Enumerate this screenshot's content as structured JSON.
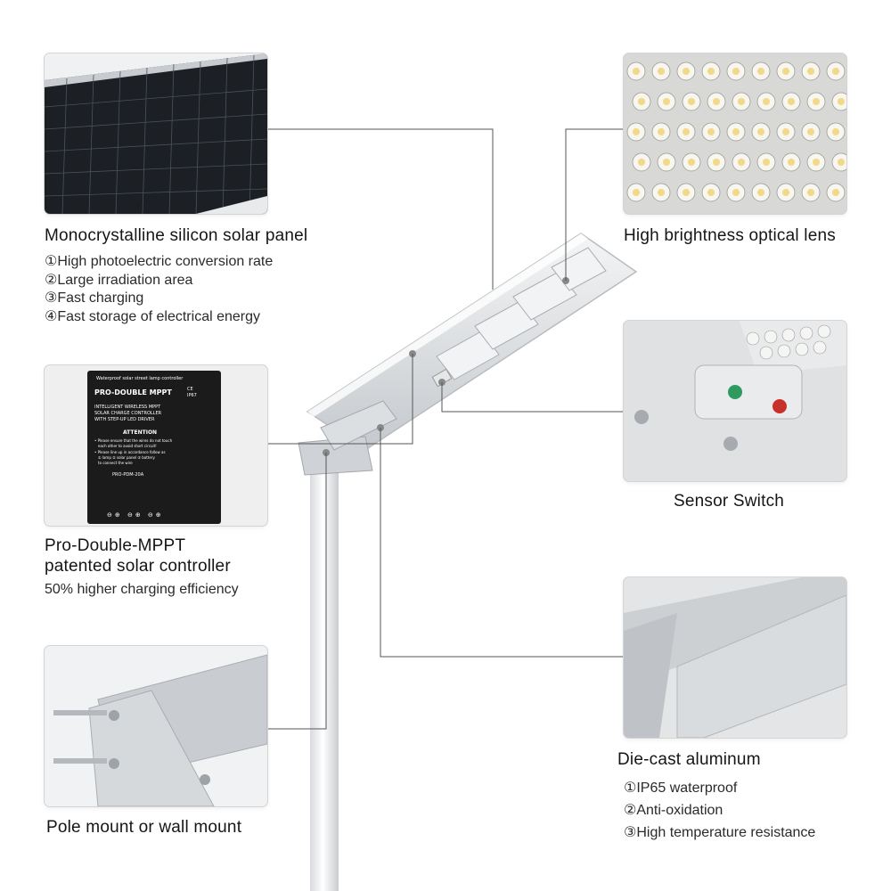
{
  "solar_panel": {
    "title": "Monocrystalline silicon solar panel",
    "features": [
      "①High photoelectric conversion rate",
      "②Large irradiation area",
      "③Fast charging",
      "④Fast storage of electrical energy"
    ]
  },
  "controller": {
    "title_line1": "Pro-Double-MPPT",
    "title_line2": "patented solar controller",
    "subtitle": "50% higher charging efficiency",
    "label": {
      "header": "Waterproof solar street lamp controller",
      "brand": "PRO-DOUBLE MPPT",
      "cert1": "CE",
      "cert2": "IP67",
      "desc1": "INTELLIGENT WIRELESS MPPT",
      "desc2": "SOLAR CHARGE CONTROLLER",
      "desc3": "WITH STEP-UP LED DRIVER",
      "attention": "ATTENTION",
      "note1": "• Please ensure that the wires do not touch",
      "note2": "each other to avoid short circuit!",
      "note3": "• Please line up in accordance follow as",
      "note4": "① lamp ② solar panel ③ battery",
      "note5": "to connect the wire",
      "model": "PRO-PDM-20A",
      "terminals": "⊖⊕ ⊖⊕ ⊖⊕"
    }
  },
  "mount": {
    "title": "Pole mount or wall mount"
  },
  "lens": {
    "title": "High brightness optical lens"
  },
  "sensor": {
    "title": "Sensor Switch"
  },
  "aluminum": {
    "title": "Die-cast aluminum",
    "features": [
      "①IP65 waterproof",
      "②Anti-oxidation",
      "③High temperature resistance"
    ]
  },
  "colors": {
    "leader_line": "#555555",
    "housing": "#d9dde1",
    "panel_cell": "#1c1f24",
    "controller_body": "#1b1b1b"
  }
}
